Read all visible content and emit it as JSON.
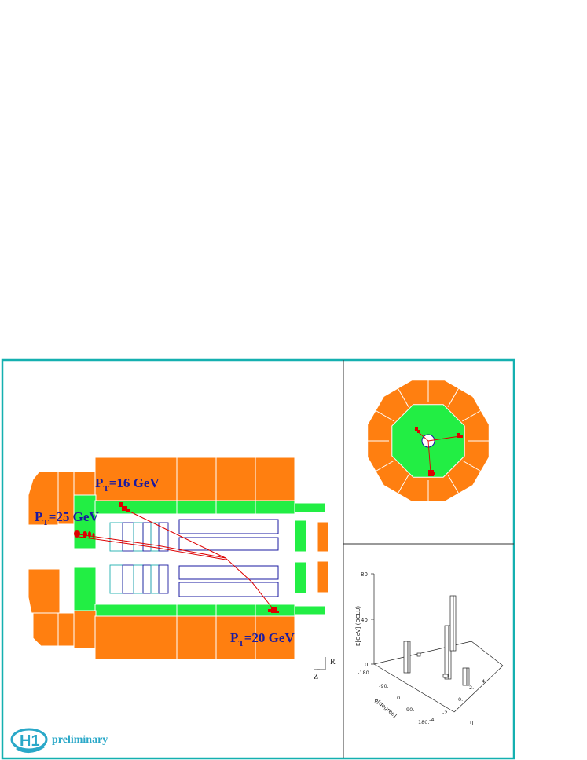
{
  "labels": {
    "pt16": "P",
    "pt16_sub": "T",
    "pt16_val": "=16 GeV",
    "pt25": "P",
    "pt25_sub": "T",
    "pt25_val": "=25 GeV",
    "pt20": "P",
    "pt20_sub": "T",
    "pt20_val": "=20 GeV",
    "axis_r": "R",
    "axis_z": "Z"
  },
  "brand": {
    "logo_text": "H1",
    "tag": "preliminary"
  },
  "lego_plot": {
    "ylabel": "E[GeV] (DCLU)",
    "phi_label": "φ[degree]",
    "eta_label": "η",
    "e_ticks": [
      "80",
      "40",
      "0"
    ],
    "phi_ticks": [
      "-180.",
      "-90.",
      "0.",
      "90.",
      "180."
    ],
    "eta_ticks": [
      "-4.",
      "-2.",
      "0.",
      "2.",
      "4."
    ]
  },
  "colors": {
    "frame": "#14b0b0",
    "orange": "#ff7f10",
    "green": "#22ee44",
    "track": "#dd0000",
    "chamber": "#1a1aa0",
    "cyan_chamber": "#20b0b0"
  }
}
